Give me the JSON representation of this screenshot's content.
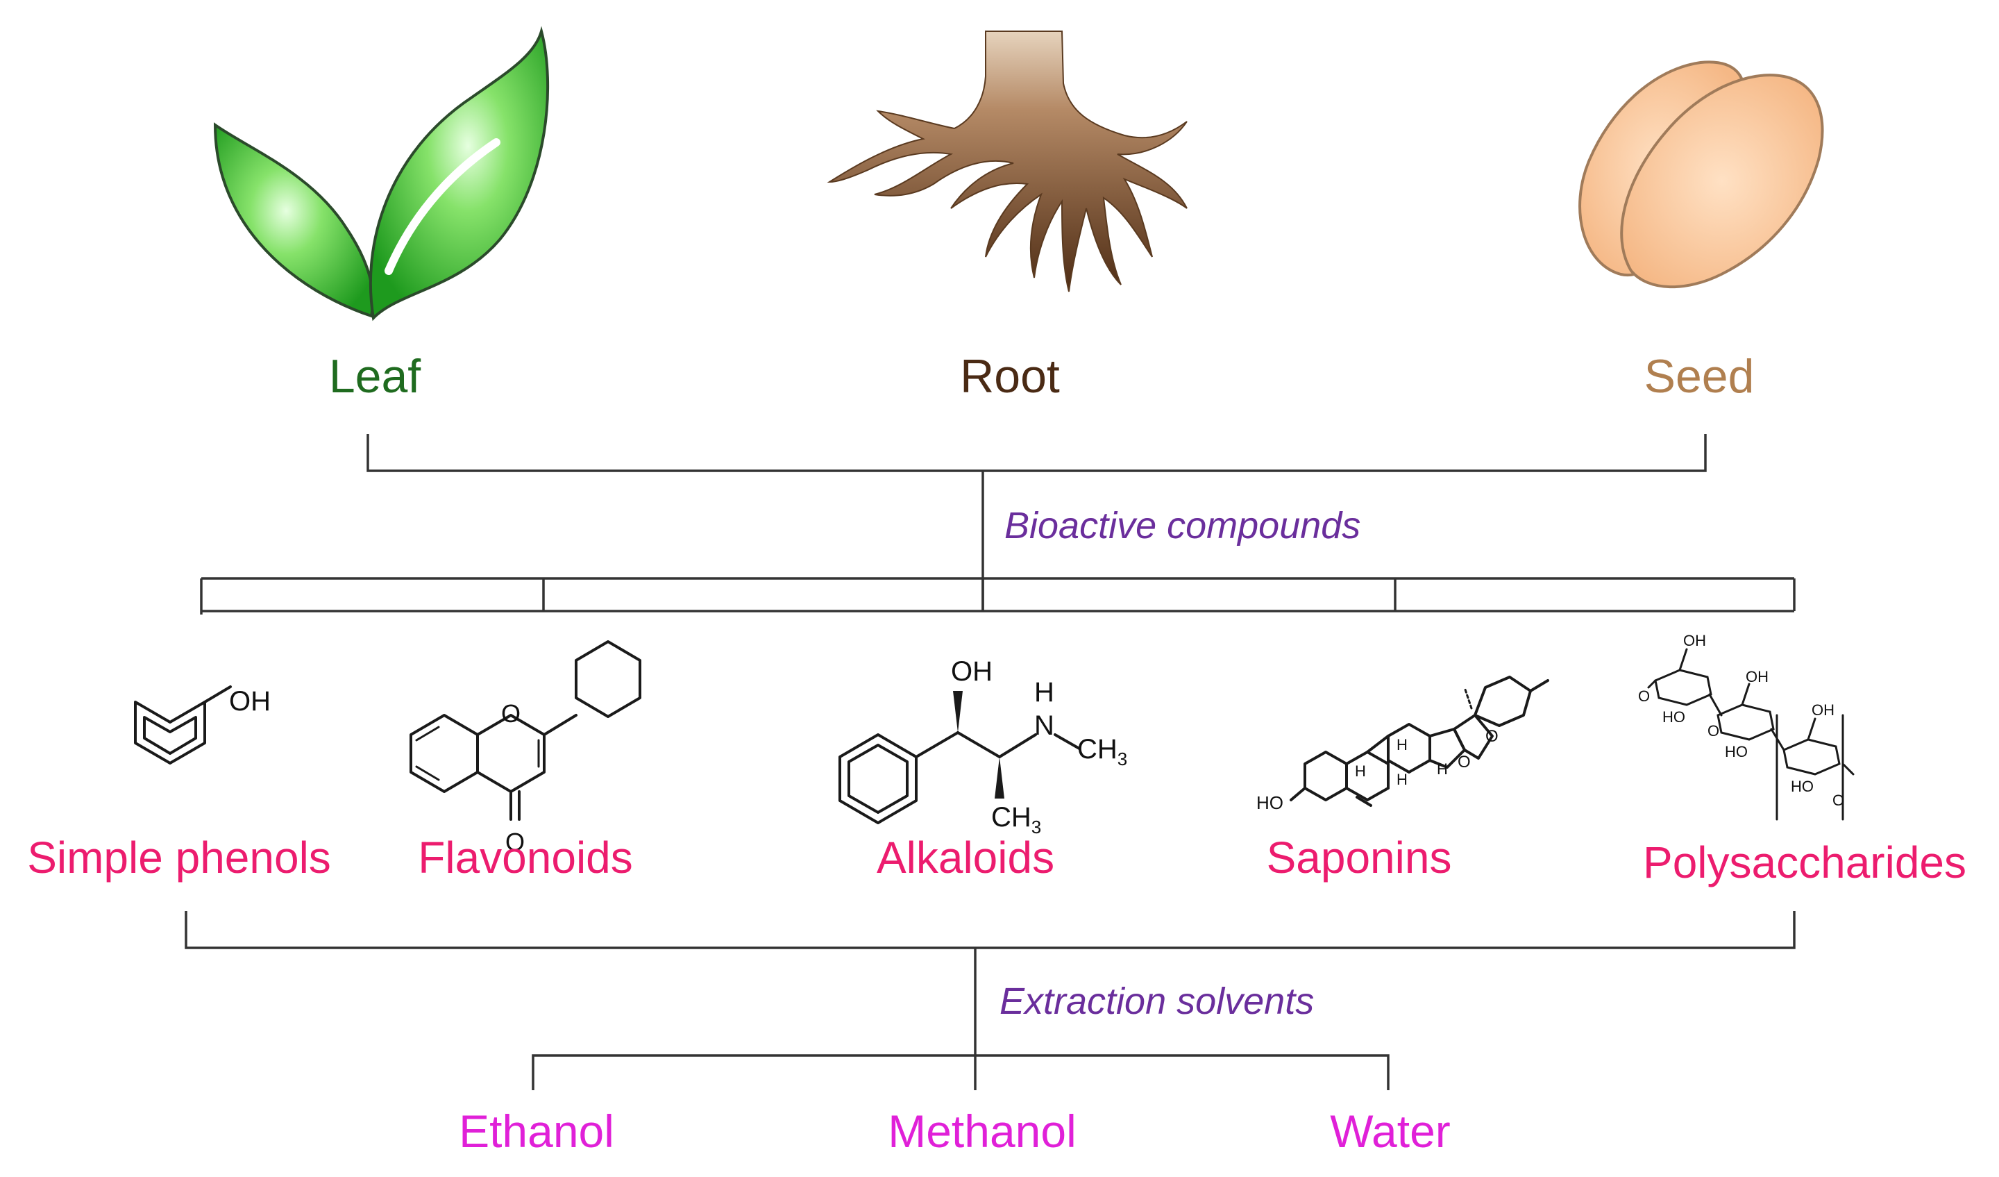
{
  "plants": [
    {
      "label": "Leaf",
      "color": "#1f6b1f",
      "icon": "leaf-icon"
    },
    {
      "label": "Root",
      "color": "#4a2a14",
      "icon": "root-icon"
    },
    {
      "label": "Seed",
      "color": "#b07f4f",
      "icon": "seed-icon"
    }
  ],
  "sections": {
    "bioactive": "Bioactive compounds",
    "extraction": "Extraction solvents"
  },
  "compound_classes": [
    {
      "label": "Simple phenols",
      "structure": "phenol-structure"
    },
    {
      "label": "Flavonoids",
      "structure": "flavone-structure"
    },
    {
      "label": "Alkaloids",
      "structure": "ephedrine-structure"
    },
    {
      "label": "Saponins",
      "structure": "steroidal-saponin-structure"
    },
    {
      "label": "Polysaccharides",
      "structure": "polysaccharide-structure"
    }
  ],
  "solvents": [
    {
      "label": "Ethanol"
    },
    {
      "label": "Methanol"
    },
    {
      "label": "Water"
    }
  ],
  "chem_labels": {
    "phenol_oh": "OH",
    "ephedrine_oh": "OH",
    "ephedrine_nh": "N",
    "ephedrine_h": "H",
    "ephedrine_ch3a": "CH",
    "ephedrine_ch3a_sub": "3",
    "ephedrine_ch3b": "CH",
    "ephedrine_ch3b_sub": "3",
    "flavone_o_ring": "O",
    "flavone_o_keto": "O",
    "saponin_ho": "HO",
    "saponin_h1": "H",
    "saponin_h2": "H",
    "saponin_h3": "H",
    "saponin_h4": "H",
    "saponin_o1": "O",
    "saponin_o2": "O",
    "poly_oh1": "OH",
    "poly_oh2": "OH",
    "poly_oh3": "OH",
    "poly_ho1": "HO",
    "poly_ho2": "HO",
    "poly_ho3": "HO",
    "poly_o1": "O",
    "poly_o2": "O",
    "poly_o3": "O"
  },
  "colors": {
    "class_label": "#ec1c6e",
    "solvent_label": "#e020d8",
    "section_label": "#6a2e9c",
    "tree_lines": "#333333"
  }
}
